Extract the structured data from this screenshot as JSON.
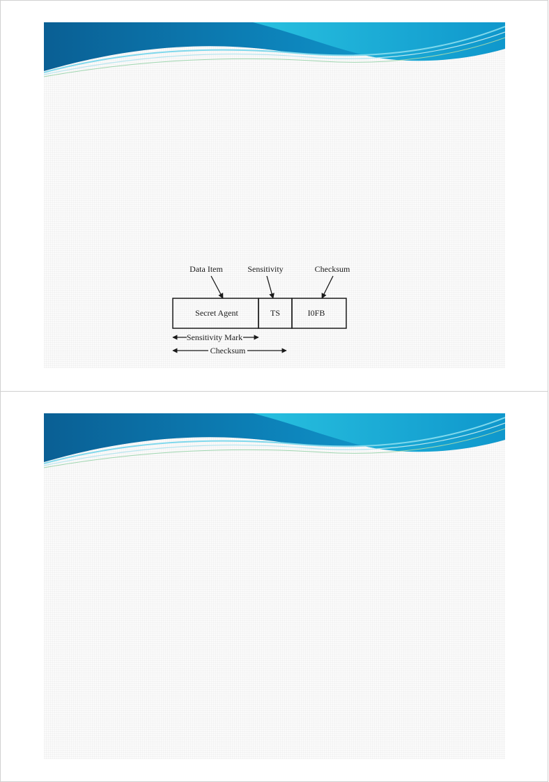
{
  "slides": [
    {
      "diagram": {
        "labels": {
          "data_item": "Data Item",
          "sensitivity": "Sensitivity",
          "checksum": "Checksum"
        },
        "record_fields": [
          "Secret Agent",
          "TS",
          "I0FB"
        ],
        "spans": {
          "sensitivity_mark": "Sensitivity Mark",
          "checksum": "Checksum"
        }
      }
    },
    {}
  ],
  "colors": {
    "banner_dark": "#0a6fa8",
    "banner_light": "#1bb0d8",
    "background": "#fbfbfb"
  }
}
